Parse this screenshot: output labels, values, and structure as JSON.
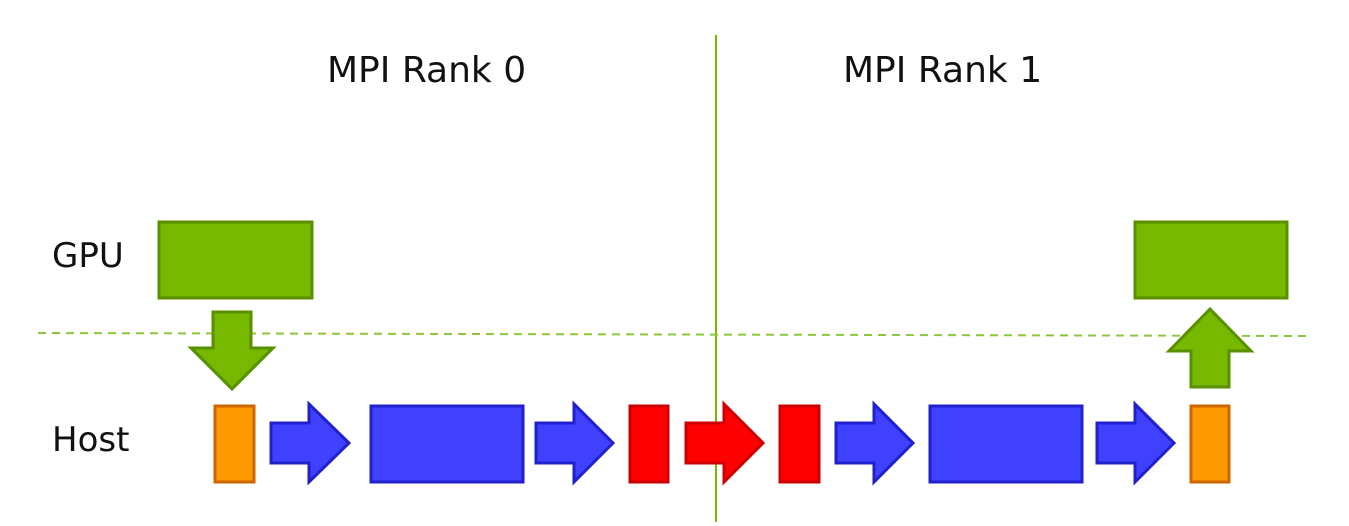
{
  "headers": {
    "rank0": "MPI Rank 0",
    "rank1": "MPI Rank 1"
  },
  "rows": {
    "gpu": "GPU",
    "host": "Host"
  },
  "colors": {
    "gpu_buffer": "#76b900",
    "gpu_buffer_border": "#5a8f00",
    "staging_buffer": "#ff9900",
    "staging_border": "#cc6600",
    "host_buffer": "#4040ff",
    "host_buffer_border": "#2020cc",
    "network_buffer": "#ff0000",
    "network_border": "#cc0000",
    "divider": "#76b900"
  }
}
